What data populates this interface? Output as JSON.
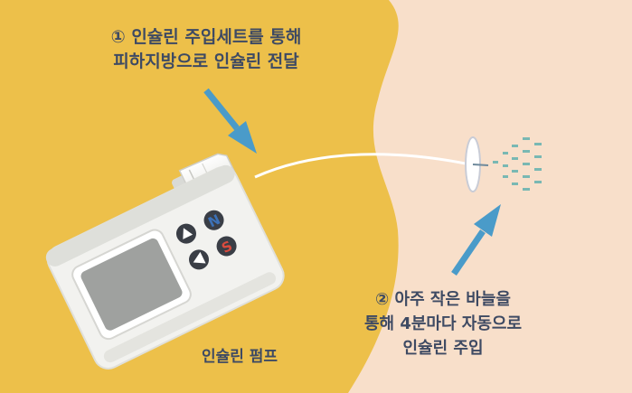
{
  "colors": {
    "yellow_background": "#EDC04A",
    "skin_background": "#F8DFCA",
    "pump_body": "#F2F2EF",
    "pump_screen": "#9FA19F",
    "accent_blue": "#4A9BC9",
    "tube": "#FFFFFF",
    "spray_teal": "#79B8B3",
    "label_text": "#3E4A63",
    "logo_n_blue": "#3C71B7",
    "logo_s_red": "#D94B3E"
  },
  "captions": {
    "step_1": {
      "line_1": "① 인슐린 주입세트를 통해",
      "line_2": "피하지방으로 인슐린 전달"
    },
    "step_2": {
      "line_1": "② 아주 작은 바늘을",
      "line_2": "통해 4분마다 자동으로",
      "line_3": "인슐린 주입"
    },
    "pump_label": "인슐린 펌프"
  },
  "pump": {
    "brand_badges": [
      "N",
      "S"
    ],
    "button_icons": [
      "triangle-up-icon",
      "triangle-left-icon"
    ]
  }
}
